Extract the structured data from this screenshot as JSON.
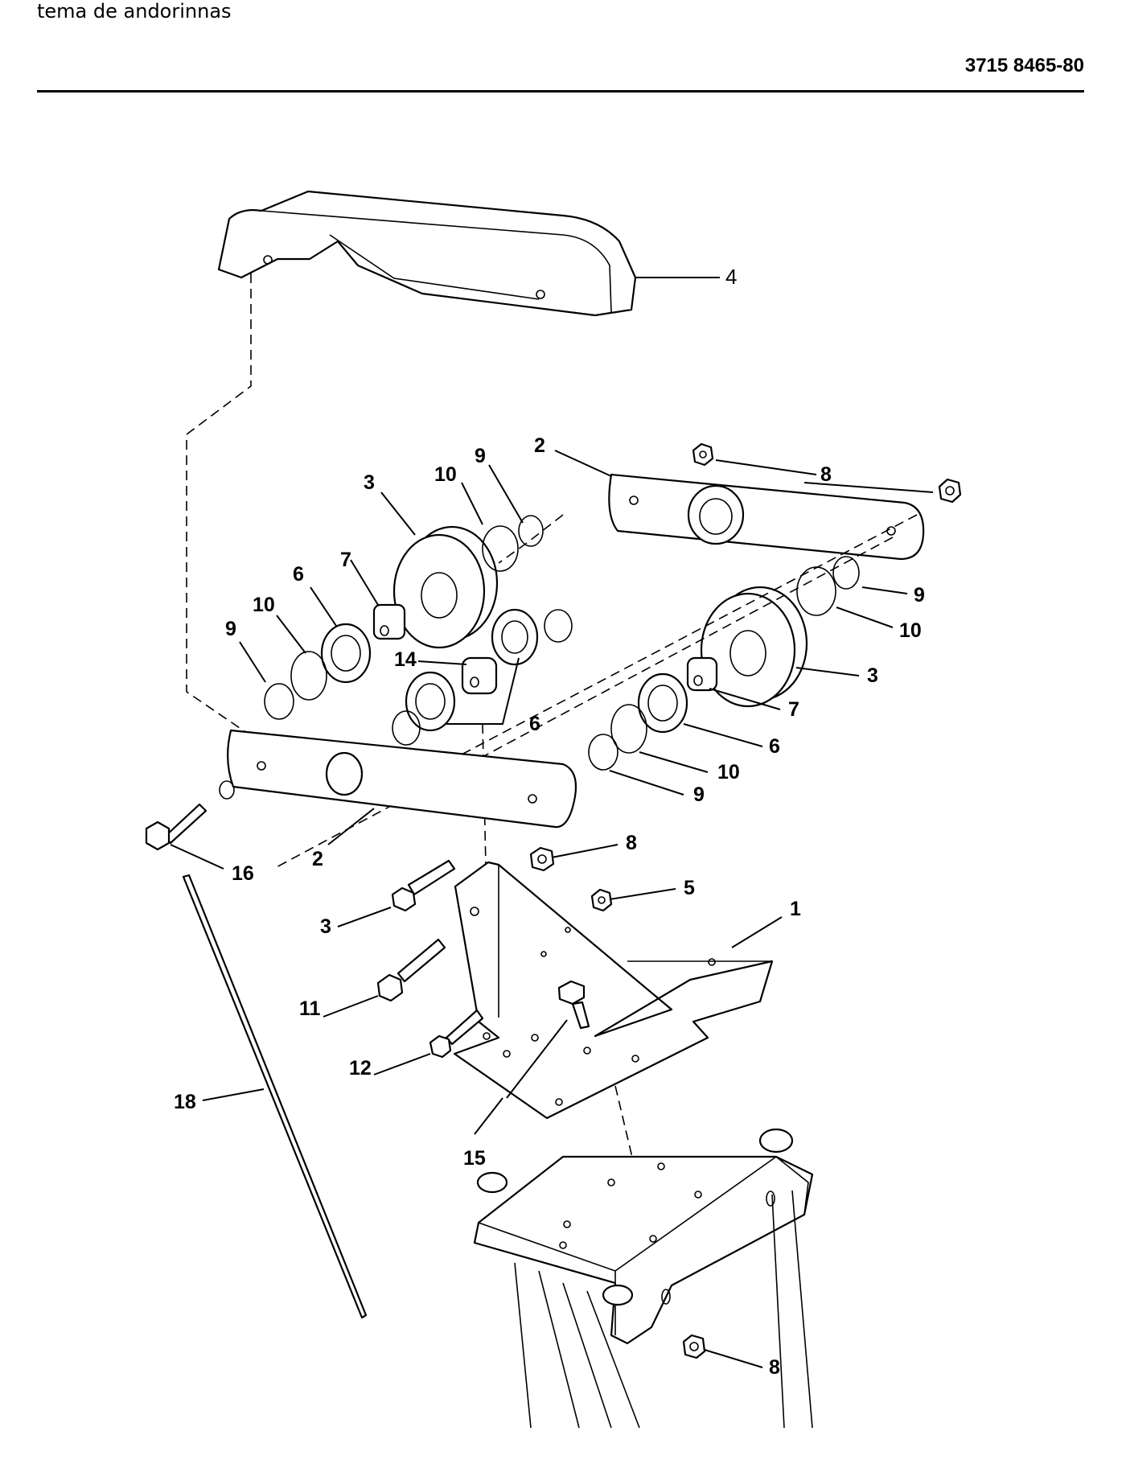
{
  "header": {
    "caption": "tema de andorinnas",
    "doc_number": "3715 8465-80"
  },
  "callouts": {
    "c4": "4",
    "c2a": "2",
    "c8a": "8",
    "c9a": "9",
    "c10a": "10",
    "c3a": "3",
    "c7a": "7",
    "c6a": "6",
    "c10b": "10",
    "c9b": "9",
    "c14": "14",
    "c6b": "6",
    "c9c": "9",
    "c10c": "10",
    "c3b": "3",
    "c7b": "7",
    "c6c": "6",
    "c10d": "10",
    "c9d": "9",
    "c16": "16",
    "c2b": "2",
    "c8b": "8",
    "c5": "5",
    "c1": "1",
    "c3c": "3",
    "c11": "11",
    "c12": "12",
    "c18": "18",
    "c15": "15",
    "c8c": "8"
  }
}
